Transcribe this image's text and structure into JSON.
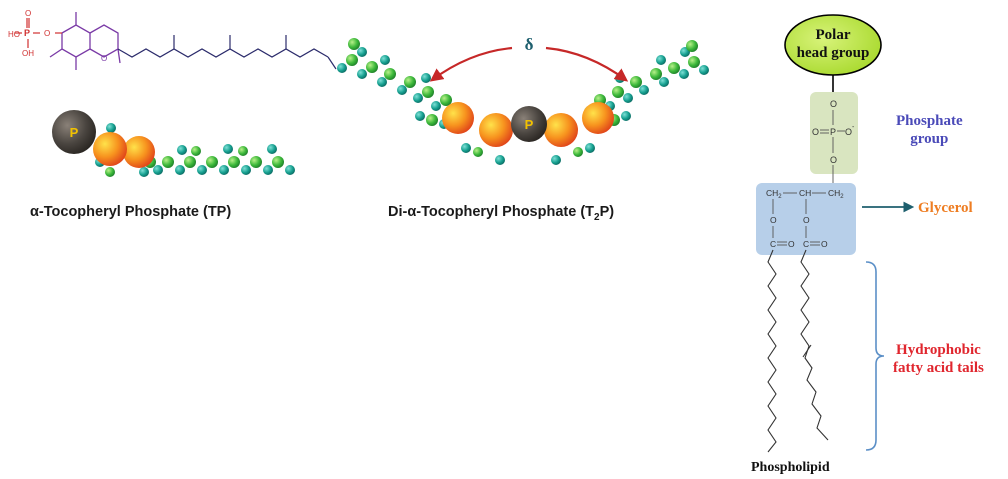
{
  "molecule_tp": {
    "caption": "α-Tocopheryl Phosphate  (TP)",
    "head_label": "P",
    "struct_ho": "HO",
    "struct_oh": "OH",
    "struct_o1": "O",
    "struct_o2": "O",
    "struct_p": "P",
    "struct_ring_o": "O"
  },
  "molecule_t2p": {
    "caption_pre": "Di-α-Tocopheryl Phosphate  (T",
    "caption_sub": "2",
    "caption_post": "P)",
    "head_label": "P",
    "angle_symbol": "δ"
  },
  "phospholipid": {
    "polar_head_line1": "Polar",
    "polar_head_line2": "head group",
    "phosphate_line1": "Phosphate",
    "phosphate_line2": "group",
    "glycerol": "Glycerol",
    "hydrophobic_line1": "Hydrophobic",
    "hydrophobic_line2": "fatty acid tails",
    "title": "Phospholipid",
    "atom_o": "O",
    "atom_p": "P",
    "atom_o_minus": "O",
    "atom_c": "C",
    "atom_ch2": "CH",
    "atom_ch": "CH",
    "sub2": "2",
    "minus": "-"
  },
  "colors": {
    "polar_head": "#b7e43a",
    "phosphate_box": "#d9e5c0",
    "glycerol_box": "#b7cfe9",
    "phosphate_text": "#4a4ab8",
    "glycerol_text": "#ee7d22",
    "hydrophobic_text": "#e0262e",
    "arrow_red": "#c62828",
    "arrow_teal": "#1e5f6e",
    "bead_green": "#4bbf3c",
    "bead_teal": "#1aa79a",
    "p_head": "#4a4540",
    "orange_ball": "#f57a1f",
    "struct_purple": "#7a3aa6",
    "struct_red": "#d03030"
  }
}
